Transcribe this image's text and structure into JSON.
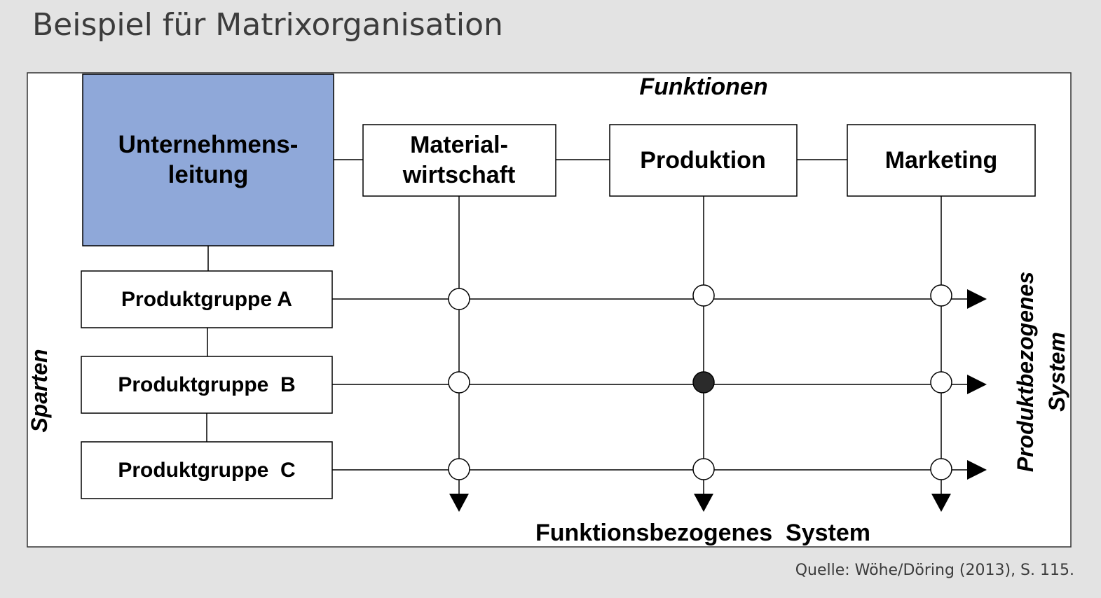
{
  "slide": {
    "title": "Beispiel für Matrixorganisation",
    "source": "Quelle: Wöhe/Döring (2013), S. 115."
  },
  "diagram": {
    "functions_heading": "Funktionen",
    "management": {
      "line1": "Unternehmens-",
      "line2": "leitung",
      "fill": "#8fa8d9"
    },
    "functions": [
      {
        "line1": "Material-",
        "line2": "wirtschaft"
      },
      {
        "label": "Produktion"
      },
      {
        "label": "Marketing"
      }
    ],
    "product_groups": [
      {
        "label": "Produktgruppe A"
      },
      {
        "label": "Produktgruppe  B"
      },
      {
        "label": "Produktgruppe  C"
      }
    ],
    "left_axis_label": "Sparten",
    "right_axis_label": {
      "line1": "Produktbezogenes",
      "line2": "System"
    },
    "bottom_axis_label": "Funktionsbezogenes  System",
    "highlighted_node": {
      "product_group": "Produktgruppe  B",
      "function": "Produktion"
    },
    "colors": {
      "node_default": "#ffffff",
      "node_highlight": "#2b2b2b",
      "frame_background": "#ffffff",
      "page_background": "#e3e3e3"
    }
  }
}
